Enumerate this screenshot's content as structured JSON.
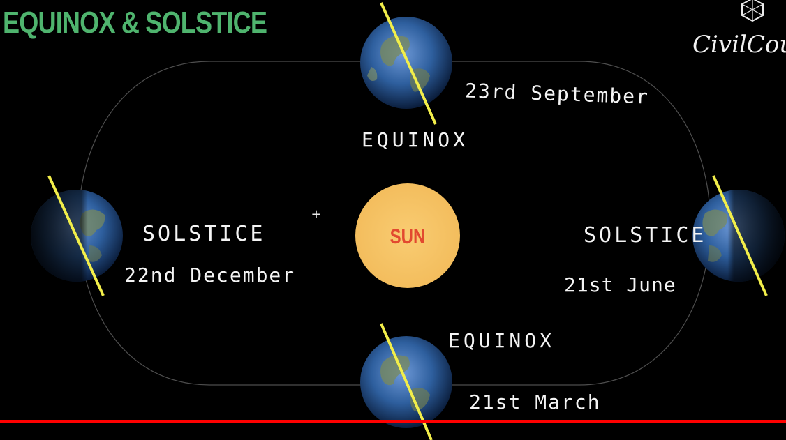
{
  "title": "EQUINOX & SOLSTICE",
  "logo": {
    "text": "CivilCour"
  },
  "sun": {
    "label": "SUN",
    "color": "#f7c76a",
    "label_color": "#e2492f"
  },
  "colors": {
    "title": "#4fb46e",
    "axis": "#f2ee4a",
    "orbit": "#9a9a9a",
    "progress": "#ff0000"
  },
  "labels": {
    "top_date": "23rd September",
    "top_event": "EQUINOX",
    "left_event": "SOLSTICE",
    "left_date": "22nd December",
    "right_event": "SOLSTICE",
    "right_date": "21st June",
    "bottom_event": "EQUINOX",
    "bottom_date": "21st March"
  },
  "marker": "+",
  "video": {
    "progress_fraction": 1.0
  }
}
